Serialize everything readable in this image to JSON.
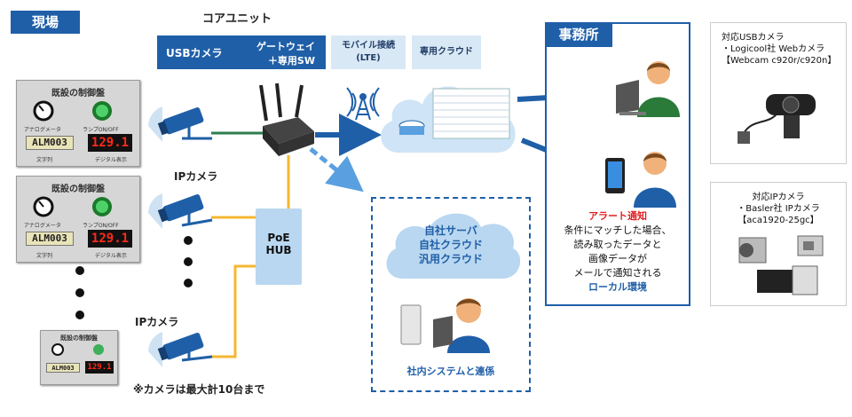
{
  "site_label": "現場",
  "core_unit_label": "コアユニット",
  "usb_camera_label": "USBカメラ",
  "gateway_label_1": "ゲートウェイ",
  "gateway_label_2": "＋専用SW",
  "mobile_label_1": "モバイル接続",
  "mobile_label_2": "(LTE)",
  "cloud_label": "専用クラウド",
  "ip_camera_label_1": "IPカメラ",
  "ip_camera_label_2": "IPカメラ",
  "poe_hub_label_1": "PoE",
  "poe_hub_label_2": "HUB",
  "camera_note": "※カメラは最大計10台まで",
  "panels": [
    {
      "title": "既設の制御盤",
      "alm": "ALM003",
      "led": "129.1"
    },
    {
      "title": "既設の制御盤",
      "alm": "ALM003",
      "led": "129.1"
    },
    {
      "title": "既設の制御盤",
      "alm": "ALM003",
      "led": "129.1"
    }
  ],
  "panel_small": {
    "gauge": "アナログメータ",
    "lamp": "ランプON/OFF",
    "char": "文字列",
    "digital": "デジタル表示"
  },
  "inhouse": {
    "line1": "自社サーバ",
    "line2": "自社クラウド",
    "line3": "汎用クラウド",
    "footer": "社内システムと連係"
  },
  "office": {
    "title": "事務所",
    "alert": "アラート通知",
    "desc1": "条件にマッチした場合、",
    "desc2": "読み取ったデータと",
    "desc3": "画像データが",
    "desc4": "メールで通知される",
    "local": "ローカル環境"
  },
  "usb_spec": {
    "line1": "対応USBカメラ",
    "line2": "・Logicool社 Webカメラ",
    "line3": "【Webcam c920r/c920n】"
  },
  "ip_spec": {
    "line1": "対応IPカメラ",
    "line2": "・Basler社 IPカメラ",
    "line3": "【aca1920-25gc】"
  },
  "colors": {
    "brand_blue": "#1f5fa8",
    "light_blue": "#d9e8f5",
    "alert_red": "#e02020",
    "poe_yellow": "#f5b731",
    "usb_green": "#2e7d4f"
  }
}
